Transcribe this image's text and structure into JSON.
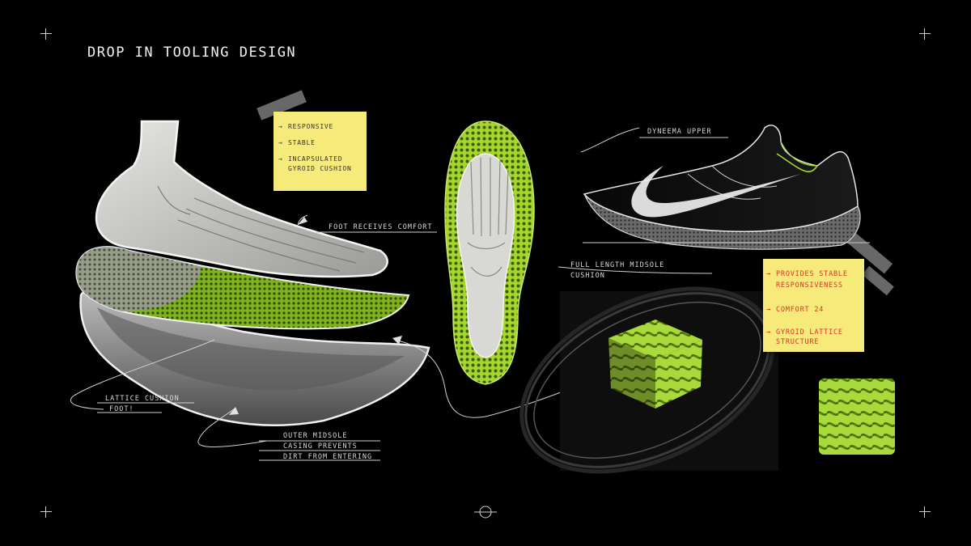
{
  "page": {
    "title": "DROP IN TOOLING DESIGN"
  },
  "colors": {
    "background": "#000000",
    "lattice_green": "#a4d62e",
    "note_yellow": "#f6ea7a",
    "note_red_text": "#e0302a"
  },
  "note_left": {
    "items": [
      "RESPONSIVE",
      "STABLE",
      "INCAPSULATED",
      "GYROID CUSHION"
    ]
  },
  "note_right": {
    "items": [
      "PROVIDES STABLE",
      "RESPONSIVENESS",
      "COMFORT 24",
      "GYROID LATTICE",
      "STRUCTURE"
    ]
  },
  "annotations": {
    "foot_comfort": "FOOT RECEIVES COMFORT",
    "lattice_1": "LATTICE CUSHION",
    "lattice_2": "FOOT!",
    "outer_1": "OUTER MIDSOLE",
    "outer_2": "CASING PREVENTS",
    "outer_3": "DIRT FROM ENTERING",
    "upper": "DYNEEMA UPPER",
    "midsole_1": "FULL LENGTH MIDSOLE",
    "midsole_2": "CUSHION"
  },
  "icons": [
    "crosshair-icon",
    "crosshair-icon",
    "crosshair-icon",
    "crosshair-icon",
    "target-icon",
    "nike-swoosh-icon"
  ]
}
